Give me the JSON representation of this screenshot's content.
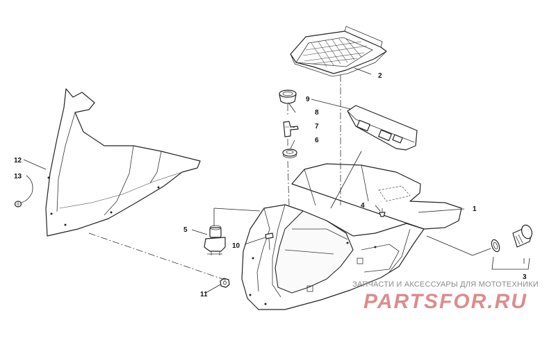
{
  "callouts": [
    "1",
    "2",
    "3",
    "4",
    "5",
    "6",
    "7",
    "8",
    "9",
    "10",
    "11",
    "12",
    "13"
  ],
  "watermark": {
    "subtitle": "ЗАПЧАСТИ И АКСЕССУАРЫ ДЛЯ МОТОТЕХНИКИ",
    "brand": "PARTSFOR.RU"
  },
  "colors": {
    "line": "#222222",
    "background": "#ffffff",
    "watermark_brand": "#d67878",
    "watermark_text": "#8a8a8a"
  }
}
